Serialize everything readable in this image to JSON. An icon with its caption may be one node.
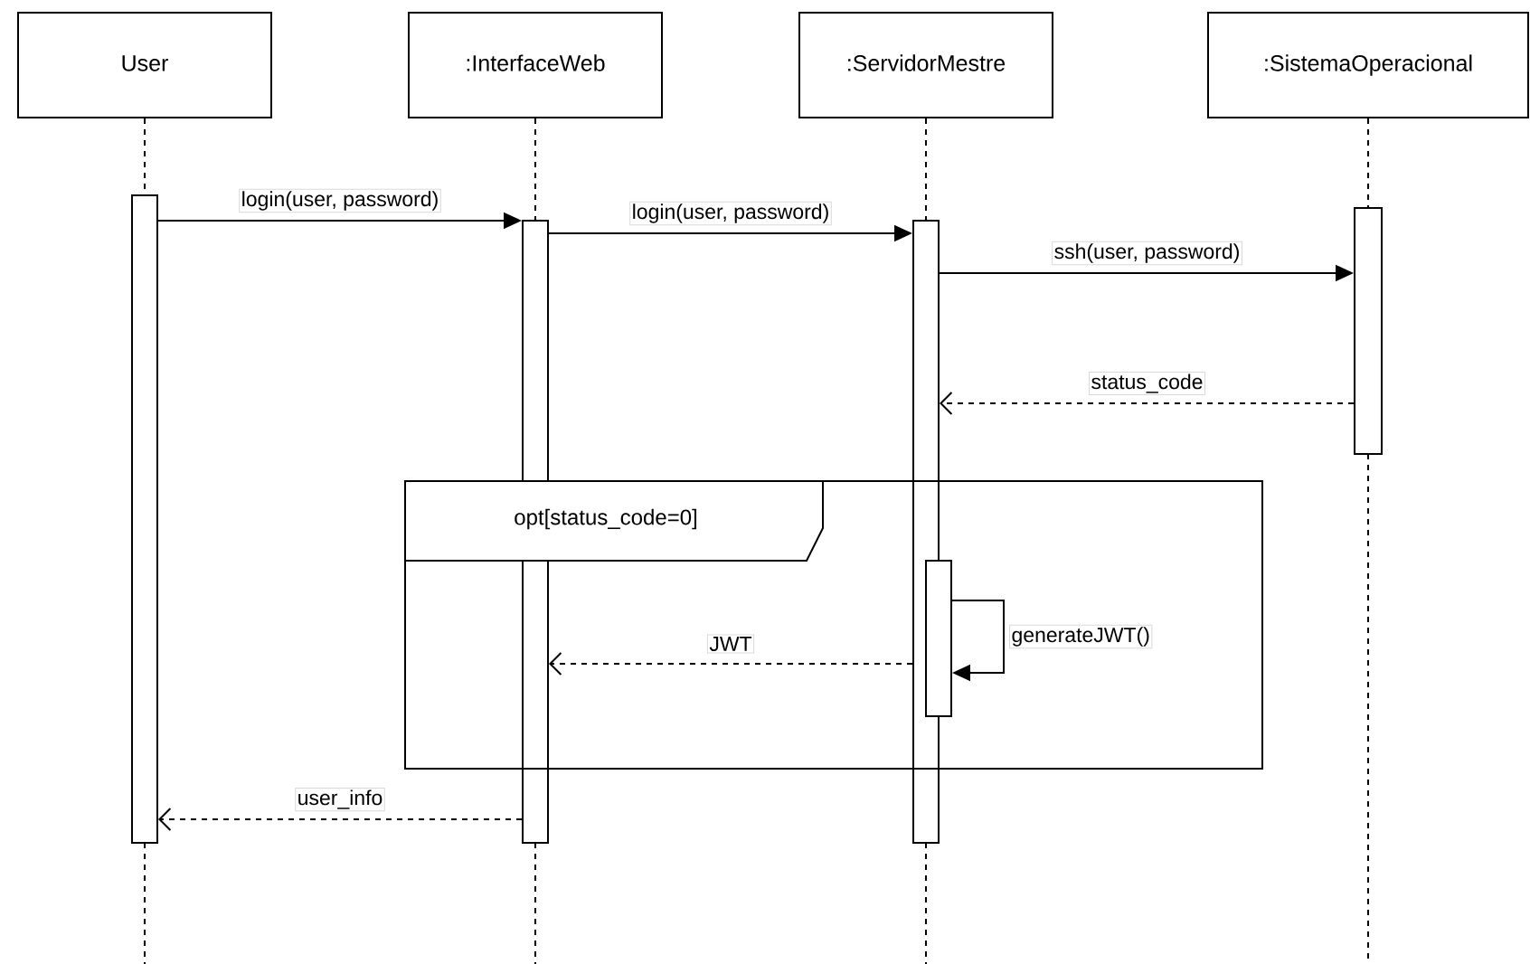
{
  "diagram": {
    "nodes": [
      {
        "text": [
          "User"
        ]
      },
      {
        "text": [
          ":InterfaceWeb"
        ]
      },
      {
        "text": [
          ":ServidorMestre"
        ]
      },
      {
        "text": [
          ":SistemaOperacional"
        ]
      },
      {
        "text": [],
        "shape": "bar"
      },
      {
        "text": [],
        "shape": "bar"
      },
      {
        "text": [],
        "shape": "bar"
      },
      {
        "text": [],
        "shape": "bar"
      },
      {
        "text": [
          "opt[status_code=0]"
        ]
      },
      {
        "text": [],
        "shape": "bar",
        "in": 8
      }
    ],
    "edges": [
      {
        "from": 0,
        "to": 4,
        "arrow": "none",
        "style": "dashed"
      },
      {
        "from": 1,
        "to": 5,
        "arrow": "none",
        "style": "dashed"
      },
      {
        "from": 2,
        "to": 6,
        "arrow": "none",
        "style": "dashed"
      },
      {
        "from": 3,
        "to": 7,
        "arrow": "none",
        "style": "dashed"
      },
      {
        "from": 4,
        "to": 5,
        "arrow": "to",
        "label": "login(user, password)"
      },
      {
        "from": 5,
        "to": 6,
        "arrow": "to",
        "label": "login(user, password)"
      },
      {
        "from": 6,
        "to": 7,
        "arrow": "to",
        "label": "ssh(user, password)"
      },
      {
        "from": 7,
        "to": 6,
        "arrow": "to",
        "label": "status_code",
        "style": "dashed"
      },
      {
        "from": 9,
        "to": 9,
        "arrow": "to",
        "label": "generateJWT()"
      },
      {
        "from": 6,
        "to": 5,
        "arrow": "to",
        "label": "JWT",
        "style": "dashed"
      },
      {
        "from": 5,
        "to": 4,
        "arrow": "to",
        "label": "user_info",
        "style": "dashed"
      }
    ]
  }
}
